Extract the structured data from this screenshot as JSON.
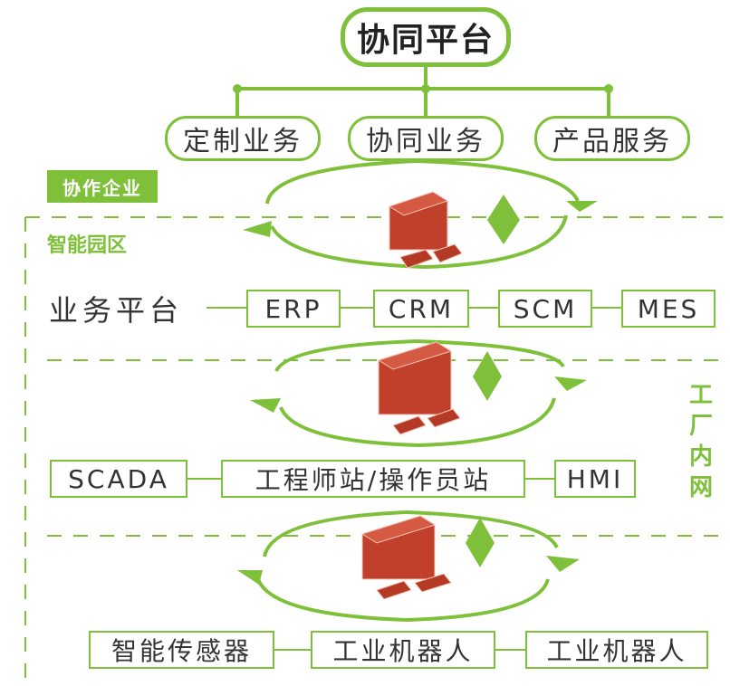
{
  "top_title": "协同平台",
  "top_branches": [
    "定制业务",
    "协同业务",
    "产品服务"
  ],
  "zones": {
    "enterprise": "协作企业",
    "park": "智能园区",
    "factory_net": [
      "工",
      "厂",
      "内",
      "网"
    ]
  },
  "business_platform": {
    "label": "业务平台",
    "items": [
      "ERP",
      "CRM",
      "SCM",
      "MES"
    ]
  },
  "control_row": {
    "items": [
      "SCADA",
      "工程师站/操作员站",
      "HMI"
    ]
  },
  "device_row": {
    "items": [
      "智能传感器",
      "工业机器人",
      "工业机器人"
    ]
  },
  "icons": [
    "firewall-brick-icon",
    "diamond-arrow-icon",
    "cycle-arrow-icon"
  ],
  "colors": {
    "green": "#7fc03a",
    "brick": "#c0402c",
    "text": "#333333"
  }
}
